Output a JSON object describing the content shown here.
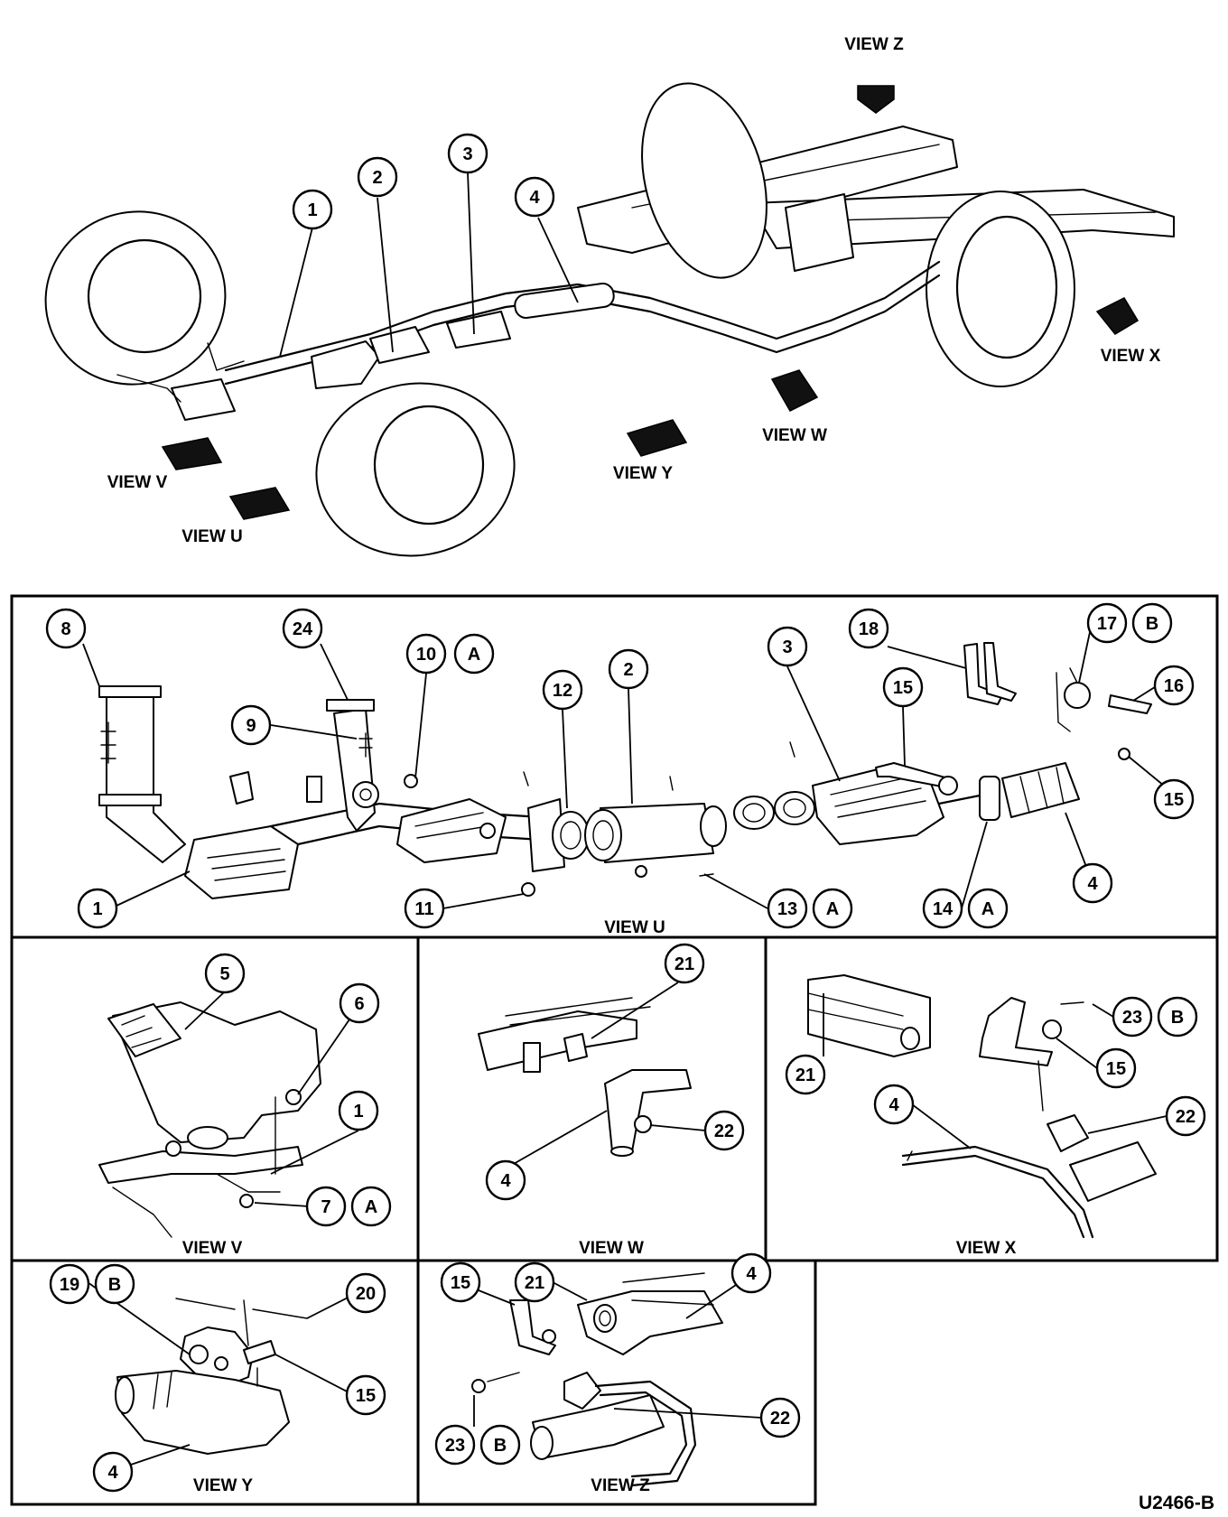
{
  "diagram_code": "U2466-B",
  "overview": {
    "view_labels": [
      "VIEW Z",
      "VIEW X",
      "VIEW W",
      "VIEW Y",
      "VIEW V",
      "VIEW U"
    ],
    "callouts": [
      "1",
      "2",
      "3",
      "4"
    ]
  },
  "panels": {
    "view_u": {
      "caption": "VIEW U",
      "callouts": [
        "8",
        "24",
        "10",
        "A",
        "12",
        "2",
        "3",
        "18",
        "17",
        "B",
        "15",
        "16",
        "9",
        "15",
        "1",
        "11",
        "13",
        "A",
        "14",
        "A",
        "4"
      ]
    },
    "view_v": {
      "caption": "VIEW V",
      "callouts": [
        "5",
        "6",
        "1",
        "7",
        "A"
      ]
    },
    "view_w": {
      "caption": "VIEW W",
      "callouts": [
        "21",
        "22",
        "4"
      ]
    },
    "view_x": {
      "caption": "VIEW X",
      "callouts": [
        "23",
        "B",
        "21",
        "15",
        "4",
        "22"
      ]
    },
    "view_y": {
      "caption": "VIEW Y",
      "callouts": [
        "19",
        "B",
        "20",
        "15",
        "4"
      ]
    },
    "view_z": {
      "caption": "VIEW Z",
      "callouts": [
        "15",
        "21",
        "4",
        "22",
        "23",
        "B"
      ]
    }
  },
  "icons": {
    "view_arrow": "view-direction-arrow-icon",
    "callout": "callout-circle"
  }
}
